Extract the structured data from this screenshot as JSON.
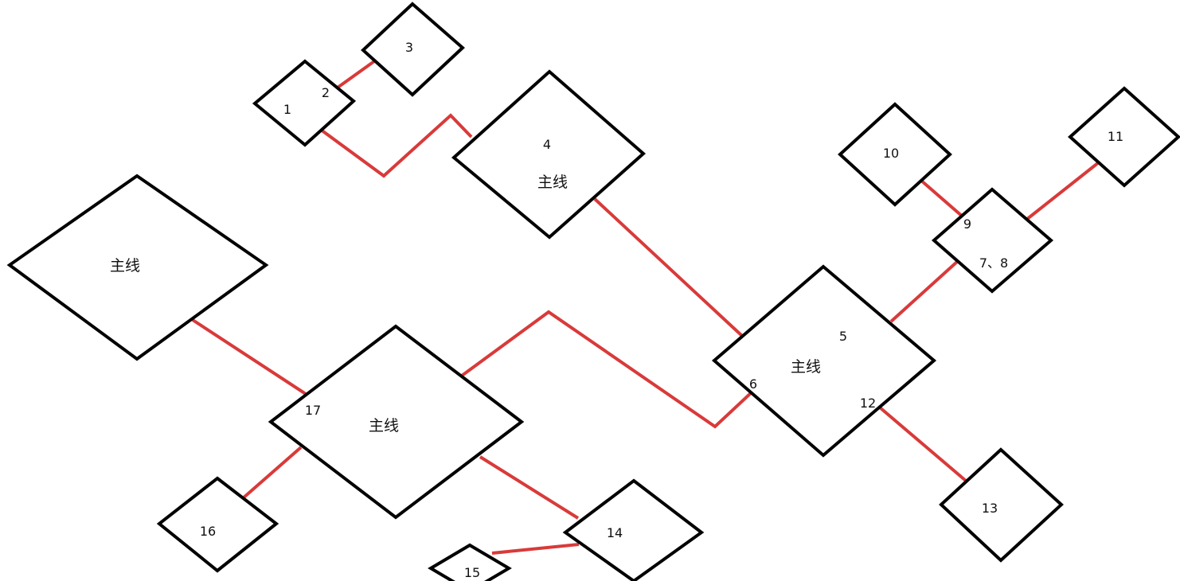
{
  "colors": {
    "link": "#d93a3a",
    "outline": "#000000",
    "background": "#ffffff",
    "text": "#111111"
  },
  "main_label": "主线",
  "labels": {
    "n1": "1",
    "n2": "2",
    "n3": "3",
    "n4": "4",
    "n5": "5",
    "n6": "6",
    "n7_8": "7、8",
    "n9": "9",
    "n10": "10",
    "n11": "11",
    "n12": "12",
    "n13": "13",
    "n14": "14",
    "n15": "15",
    "n16": "16",
    "n17": "17"
  }
}
